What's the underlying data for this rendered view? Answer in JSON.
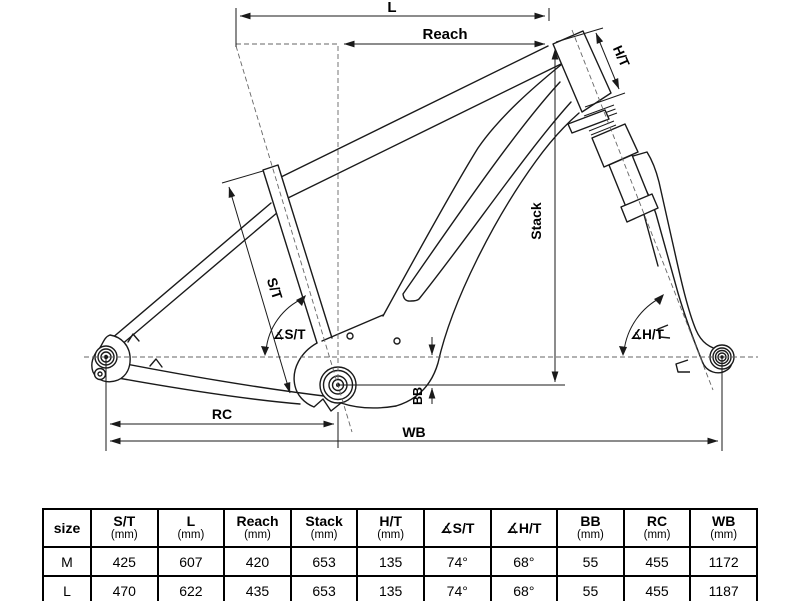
{
  "diagram": {
    "labels": {
      "l": "L",
      "reach": "Reach",
      "ht": "H/T",
      "stack": "Stack",
      "st": "S/T",
      "angle_st": "∡S/T",
      "angle_ht": "∡H/T",
      "bb": "BB",
      "rc": "RC",
      "wb": "WB"
    }
  },
  "table": {
    "columns": [
      {
        "label": "size",
        "unit": ""
      },
      {
        "label": "S/T",
        "unit": "(mm)"
      },
      {
        "label": "L",
        "unit": "(mm)"
      },
      {
        "label": "Reach",
        "unit": "(mm)"
      },
      {
        "label": "Stack",
        "unit": "(mm)"
      },
      {
        "label": "H/T",
        "unit": "(mm)"
      },
      {
        "label": "∡S/T",
        "unit": ""
      },
      {
        "label": "∡H/T",
        "unit": ""
      },
      {
        "label": "BB",
        "unit": "(mm)"
      },
      {
        "label": "RC",
        "unit": "(mm)"
      },
      {
        "label": "WB",
        "unit": "(mm)"
      }
    ],
    "rows": [
      {
        "size": "M",
        "values": [
          "425",
          "607",
          "420",
          "653",
          "135",
          "74°",
          "68°",
          "55",
          "455",
          "1172"
        ]
      },
      {
        "size": "L",
        "values": [
          "470",
          "622",
          "435",
          "653",
          "135",
          "74°",
          "68°",
          "55",
          "455",
          "1187"
        ]
      }
    ]
  },
  "colors": {
    "line": "#1a1a1a",
    "text": "#000000",
    "background": "#ffffff"
  }
}
